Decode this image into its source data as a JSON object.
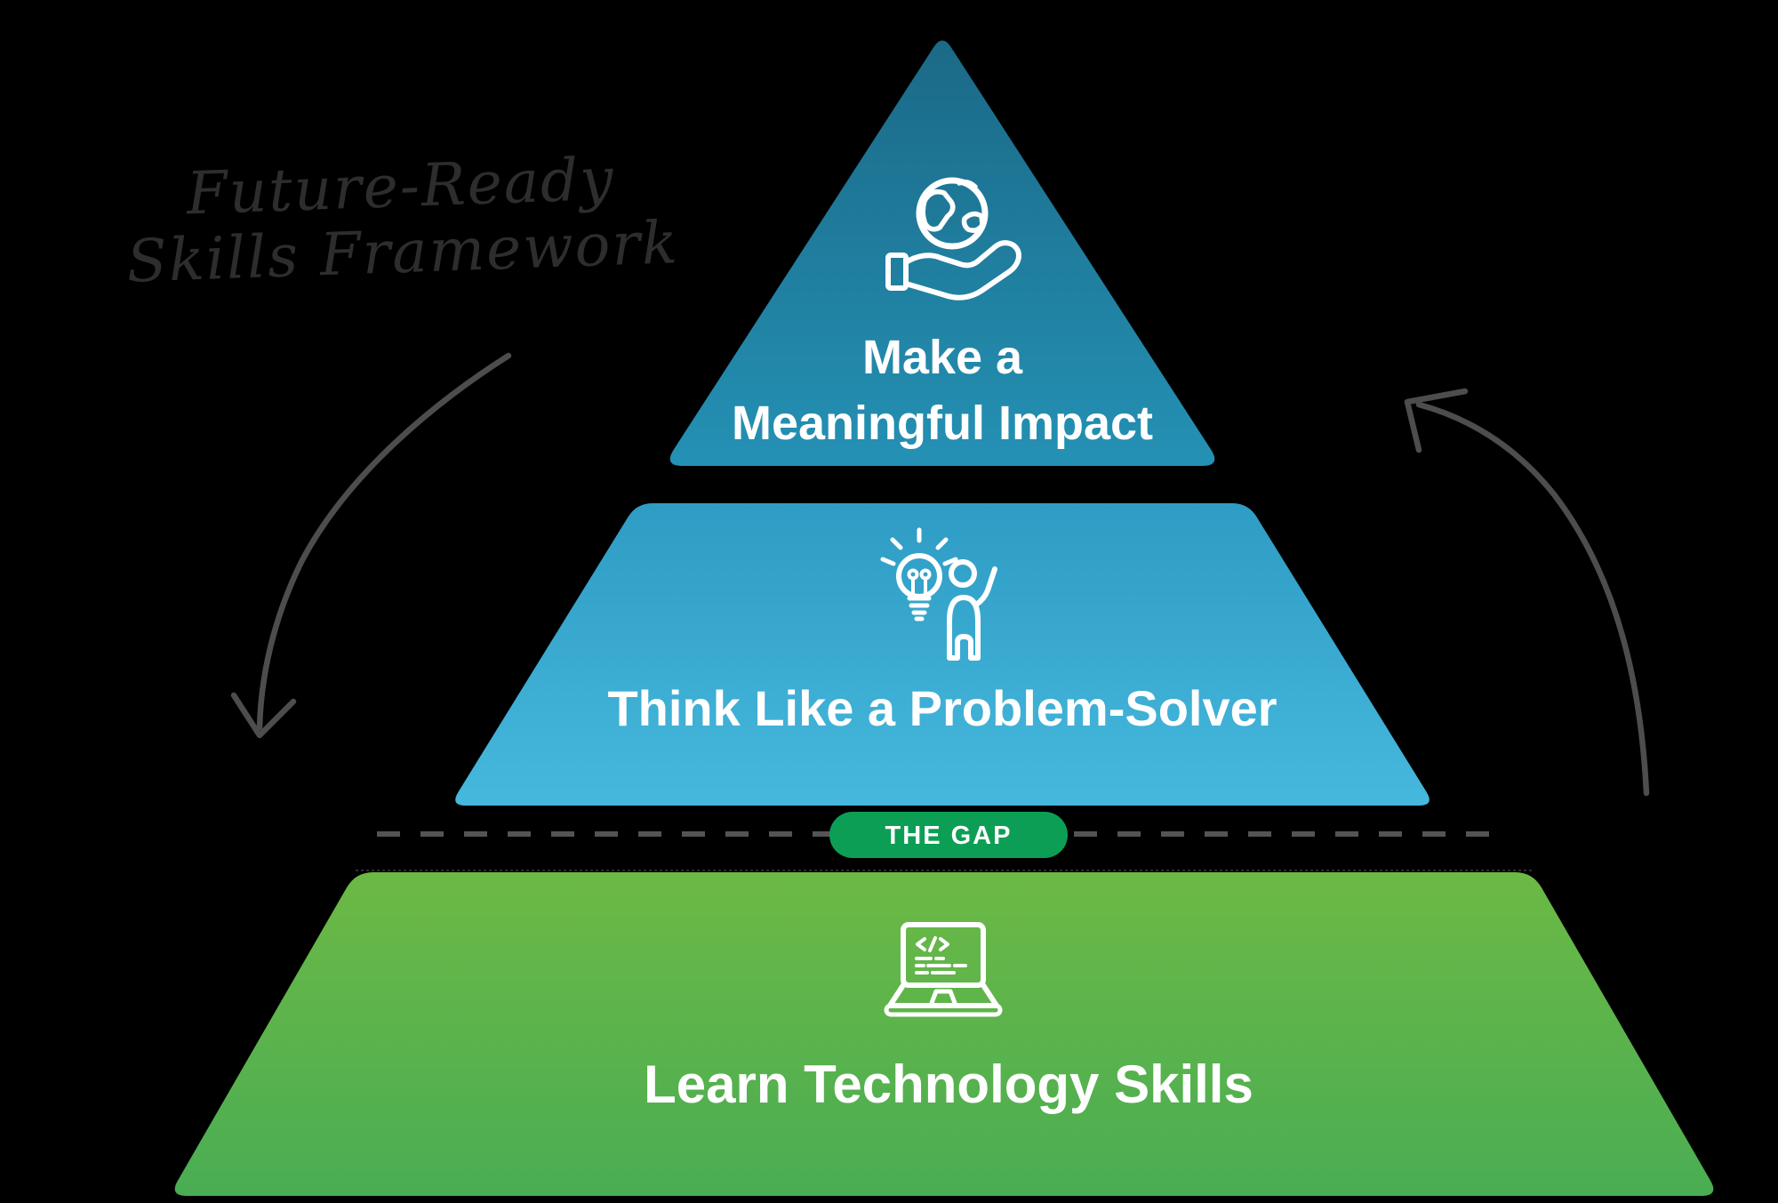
{
  "title": {
    "line1": "Future-Ready",
    "line2": "Skills Framework"
  },
  "pyramid": {
    "levels": [
      {
        "id": "make-impact",
        "label_line1": "Make a",
        "label_line2": "Meaningful Impact",
        "icon": "globe-in-hand-icon",
        "color_top": "#1b6987",
        "color_bottom": "#2491b4"
      },
      {
        "id": "problem-solver",
        "label": "Think Like a Problem-Solver",
        "icon": "person-idea-bulb-icon",
        "color_top": "#2e9cc4",
        "color_bottom": "#46b8dd"
      },
      {
        "id": "technology",
        "label": "Learn Technology Skills",
        "icon": "laptop-code-icon",
        "color_top": "#6cb945",
        "color_bottom": "#4aad53"
      }
    ]
  },
  "gap": {
    "label": "THE GAP",
    "badge_color": "#0d9e56",
    "line_color": "#545454"
  },
  "colors": {
    "background": "#000000",
    "label_text": "#ffffff",
    "arrow": "#4d4d4d",
    "handwriting": "#2d2d2d",
    "icon_stroke": "#ffffff"
  }
}
